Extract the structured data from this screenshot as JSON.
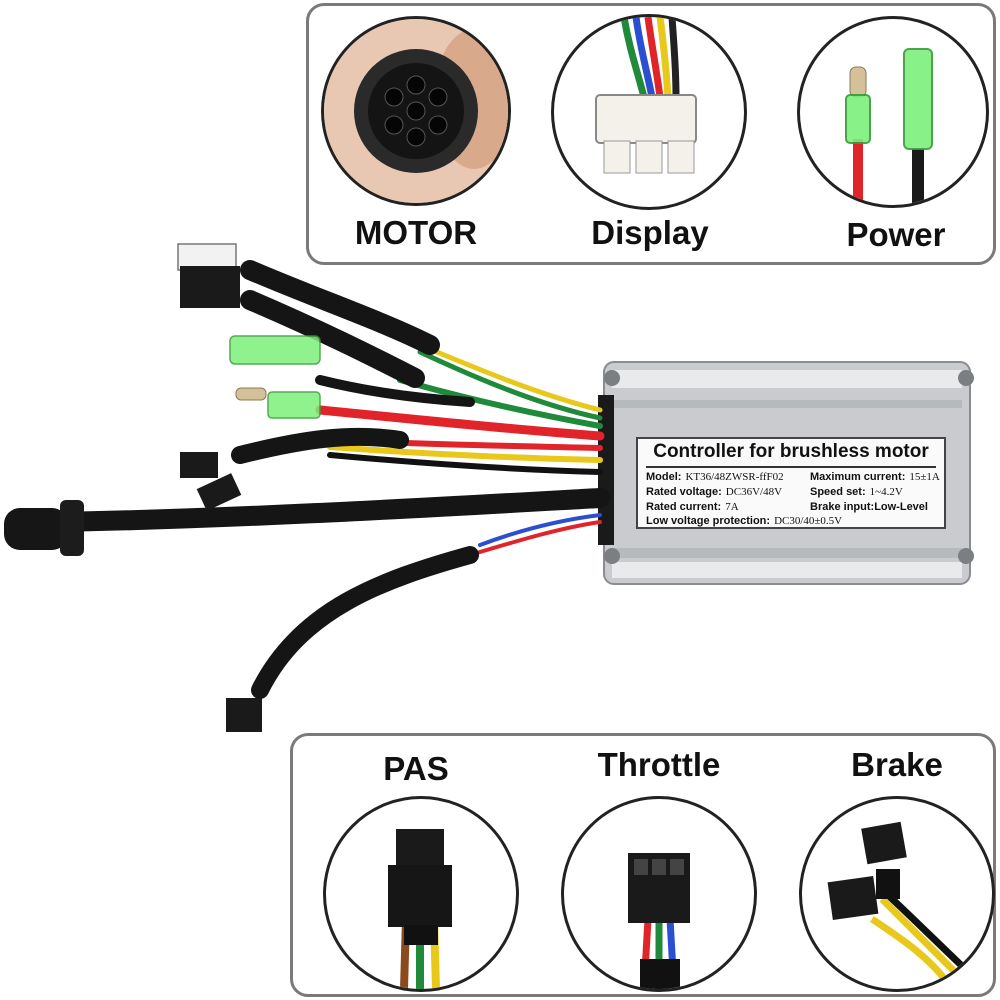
{
  "top_panel": {
    "labels": {
      "motor": "MOTOR",
      "display": "Display",
      "power": "Power"
    }
  },
  "bottom_panel": {
    "labels": {
      "pas": "PAS",
      "throttle": "Throttle",
      "brake": "Brake"
    }
  },
  "controller": {
    "title": "Controller for brushless motor",
    "model_label": "Model:",
    "model_value": "KT36/48ZWSR-ffF02",
    "max_current_label": "Maximum current:",
    "max_current_value": "15±1A",
    "rated_voltage_label": "Rated voltage:",
    "rated_voltage_value": "DC36V/48V",
    "speed_set_label": "Speed set:",
    "speed_set_value": "1~4.2V",
    "rated_current_label": "Rated current:",
    "rated_current_value": "7A",
    "brake_input_label": "Brake input:",
    "brake_input_value": "Low-Level",
    "low_voltage_label": "Low voltage protection:",
    "low_voltage_value": "DC30/40±0.5V"
  },
  "colors": {
    "panel_border": "#7a7a7a",
    "wire_red": "#e0242a",
    "wire_yellow": "#e8c81a",
    "wire_green": "#1f8a3a",
    "wire_blue": "#2a4fd0",
    "sheath_black": "#151515",
    "housing_silver": "#d4d6d8",
    "connector_green": "#7cf07a"
  }
}
